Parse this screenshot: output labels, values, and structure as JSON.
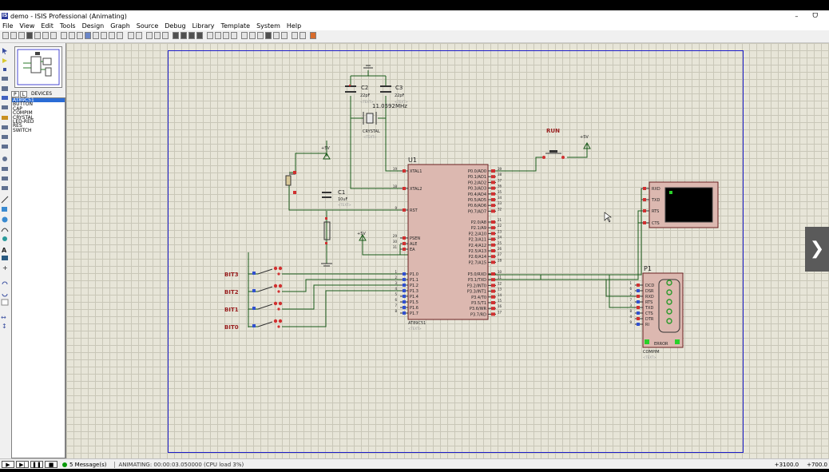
{
  "window": {
    "title": "demo - ISIS Professional (Animating)",
    "minimize": "–",
    "restore": "ᗜ"
  },
  "menu": [
    "File",
    "View",
    "Edit",
    "Tools",
    "Design",
    "Graph",
    "Source",
    "Debug",
    "Library",
    "Template",
    "System",
    "Help"
  ],
  "panel": {
    "tab_p": "P",
    "tab_l": "L",
    "devices_label": "DEVICES",
    "devices": [
      "AT89C51",
      "BUTTON",
      "CAP",
      "COMPIM",
      "CRYSTAL",
      "LED-RED",
      "RES",
      "SWITCH"
    ],
    "selected_device": "AT89C51"
  },
  "schematic": {
    "c2_ref": "C2",
    "c2_val": "22pF",
    "c3_ref": "C3",
    "c3_val": "22pF",
    "x1_freq": "11.0592MHz",
    "x1_type": "CRYSTAL",
    "c1_ref": "C1",
    "c1_val": "10uF",
    "text_placeholder": "<TEXT>",
    "vcc": "+5V",
    "u1_ref": "U1",
    "u1_part": "AT89C51",
    "run_label": "RUN",
    "bit_labels": [
      "BIT3",
      "BIT2",
      "BIT1",
      "BIT0"
    ],
    "u1_left_pins": [
      "XTAL1",
      "XTAL2",
      "RST",
      "PSEN",
      "ALE",
      "EA",
      "P1.0",
      "P1.1",
      "P1.2",
      "P1.3",
      "P1.4",
      "P1.5",
      "P1.6",
      "P1.7"
    ],
    "u1_left_nums": [
      "19",
      "18",
      "9",
      "29",
      "30",
      "31",
      "1",
      "2",
      "3",
      "4",
      "5",
      "6",
      "7",
      "8"
    ],
    "u1_p0": [
      "P0.0/AD0",
      "P0.1/AD1",
      "P0.2/AD2",
      "P0.3/AD3",
      "P0.4/AD4",
      "P0.5/AD5",
      "P0.6/AD6",
      "P0.7/AD7"
    ],
    "u1_p2": [
      "P2.0/A8",
      "P2.1/A9",
      "P2.2/A10",
      "P2.3/A11",
      "P2.4/A12",
      "P2.5/A13",
      "P2.6/A14",
      "P2.7/A15"
    ],
    "u1_p3": [
      "P3.0/RXD",
      "P3.1/TXD",
      "P3.2/INT0",
      "P3.3/INT1",
      "P3.4/T0",
      "P3.5/T1",
      "P3.6/WR",
      "P3.7/RD"
    ],
    "u1_p0_nums": [
      "39",
      "38",
      "37",
      "36",
      "35",
      "34",
      "33",
      "32"
    ],
    "u1_p2_nums": [
      "21",
      "22",
      "23",
      "24",
      "25",
      "26",
      "27",
      "28"
    ],
    "u1_p3_nums": [
      "10",
      "11",
      "12",
      "13",
      "14",
      "15",
      "16",
      "17"
    ],
    "term_pins": [
      "RXD",
      "TXD",
      "RTS",
      "CTS"
    ],
    "p1_ref": "P1",
    "p1_part": "COMPIM",
    "p1_pins": [
      "DCD",
      "DSR",
      "RXD",
      "RTS",
      "TXD",
      "CTS",
      "DTR",
      "RI"
    ],
    "p1_nums": [
      "1",
      "6",
      "2",
      "7",
      "3",
      "8",
      "4",
      "9"
    ],
    "p1_error": "ERROR"
  },
  "status": {
    "messages": "5 Message(s)",
    "sim": "ANIMATING: 00:00:03.050000 (CPU load 3%)",
    "coord_x": "+3100.0",
    "coord_y": "+700.0"
  },
  "nav_arrow": "❯"
}
